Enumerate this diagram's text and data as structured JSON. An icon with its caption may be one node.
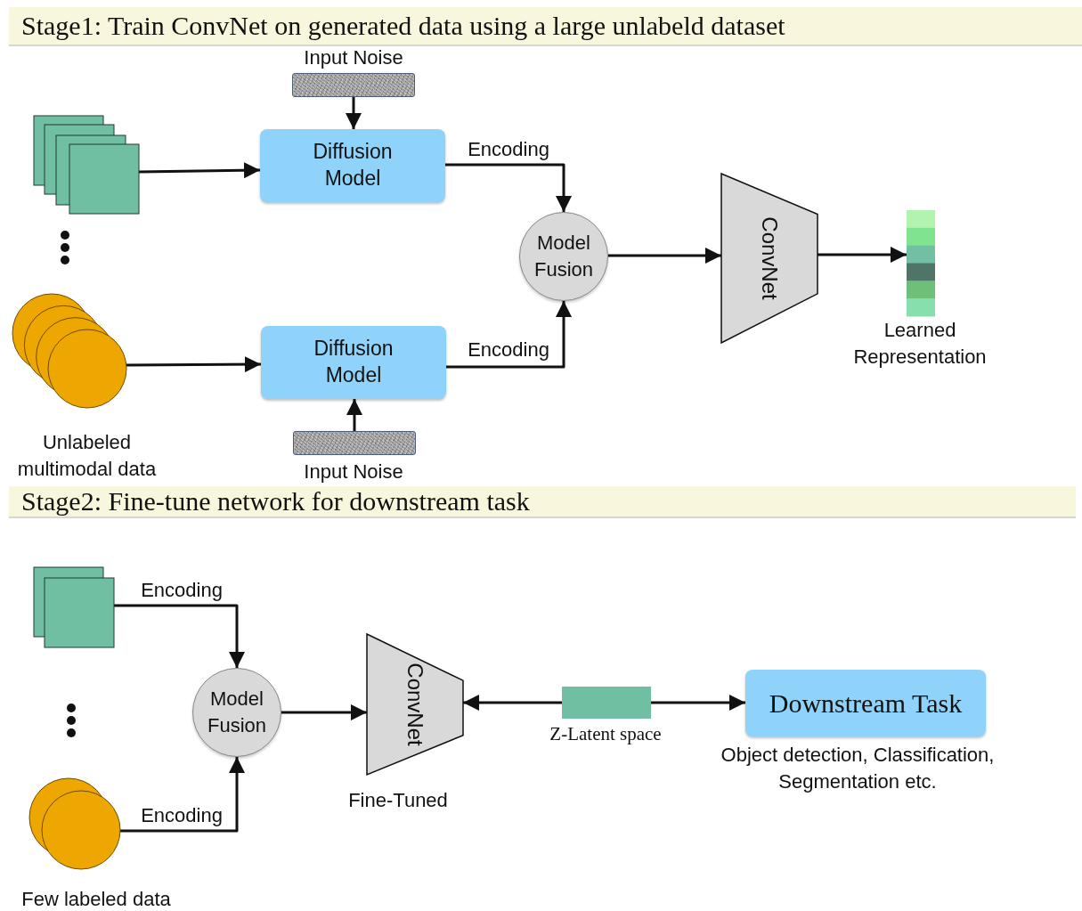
{
  "diagram": {
    "nodes": [
      {
        "text": [
          "Stage1: Train ConvNet on generated data using a large unlabeld dataset"
        ]
      },
      {
        "text": [],
        "shape": "box",
        "beside": [
          "Input Noise"
        ]
      },
      {
        "text": [],
        "shape": "box"
      },
      {
        "text": [
          "Diffusion Model"
        ]
      },
      {
        "text": [
          "Model Fusion"
        ]
      },
      {
        "text": [
          "ConvNet"
        ]
      },
      {
        "text": [],
        "shape": "bar",
        "beside": [
          "Learned Representation"
        ]
      },
      {
        "text": [],
        "shape": "circle"
      },
      {
        "text": [
          "Diffusion Model"
        ]
      },
      {
        "text": [],
        "shape": "box",
        "beside": [
          "Input Noise"
        ]
      },
      {
        "text": [
          "Stage2: Fine-tune network for downstream task"
        ]
      },
      {
        "text": [],
        "shape": "box"
      },
      {
        "text": [
          "Model Fusion"
        ]
      },
      {
        "text": [
          "ConvNet"
        ],
        "beside": [
          "Fine-Tuned"
        ]
      },
      {
        "text": [],
        "shape": "bar",
        "beside": [
          "Z-Latent space"
        ]
      },
      {
        "text": [
          "Downstream Task"
        ],
        "beside": [
          "Object detection, Classification, Segmentation etc."
        ]
      },
      {
        "text": [],
        "shape": "circle"
      }
    ],
    "edges": [
      {
        "from": 1,
        "to": 3,
        "arrow": "to"
      },
      {
        "from": 2,
        "to": 3,
        "arrow": "to"
      },
      {
        "from": 3,
        "to": 4,
        "arrow": "to",
        "label": "Encoding"
      },
      {
        "from": 7,
        "to": 8,
        "arrow": "to"
      },
      {
        "from": 9,
        "to": 8,
        "arrow": "to"
      },
      {
        "from": 8,
        "to": 4,
        "arrow": "to",
        "label": "Encoding"
      },
      {
        "from": 4,
        "to": 5,
        "arrow": "to"
      },
      {
        "from": 5,
        "to": 6,
        "arrow": "to"
      },
      {
        "from": 11,
        "to": 12,
        "arrow": "to",
        "label": "Encoding"
      },
      {
        "from": 16,
        "to": 12,
        "arrow": "to",
        "label": "Encoding"
      },
      {
        "from": 12,
        "to": 13,
        "arrow": "to"
      },
      {
        "from": 14,
        "to": 13,
        "arrow": "to"
      },
      {
        "from": 14,
        "to": 15,
        "arrow": "to"
      }
    ],
    "labels": [
      "Unlabeled multimodal data",
      "Few labeled data"
    ]
  }
}
